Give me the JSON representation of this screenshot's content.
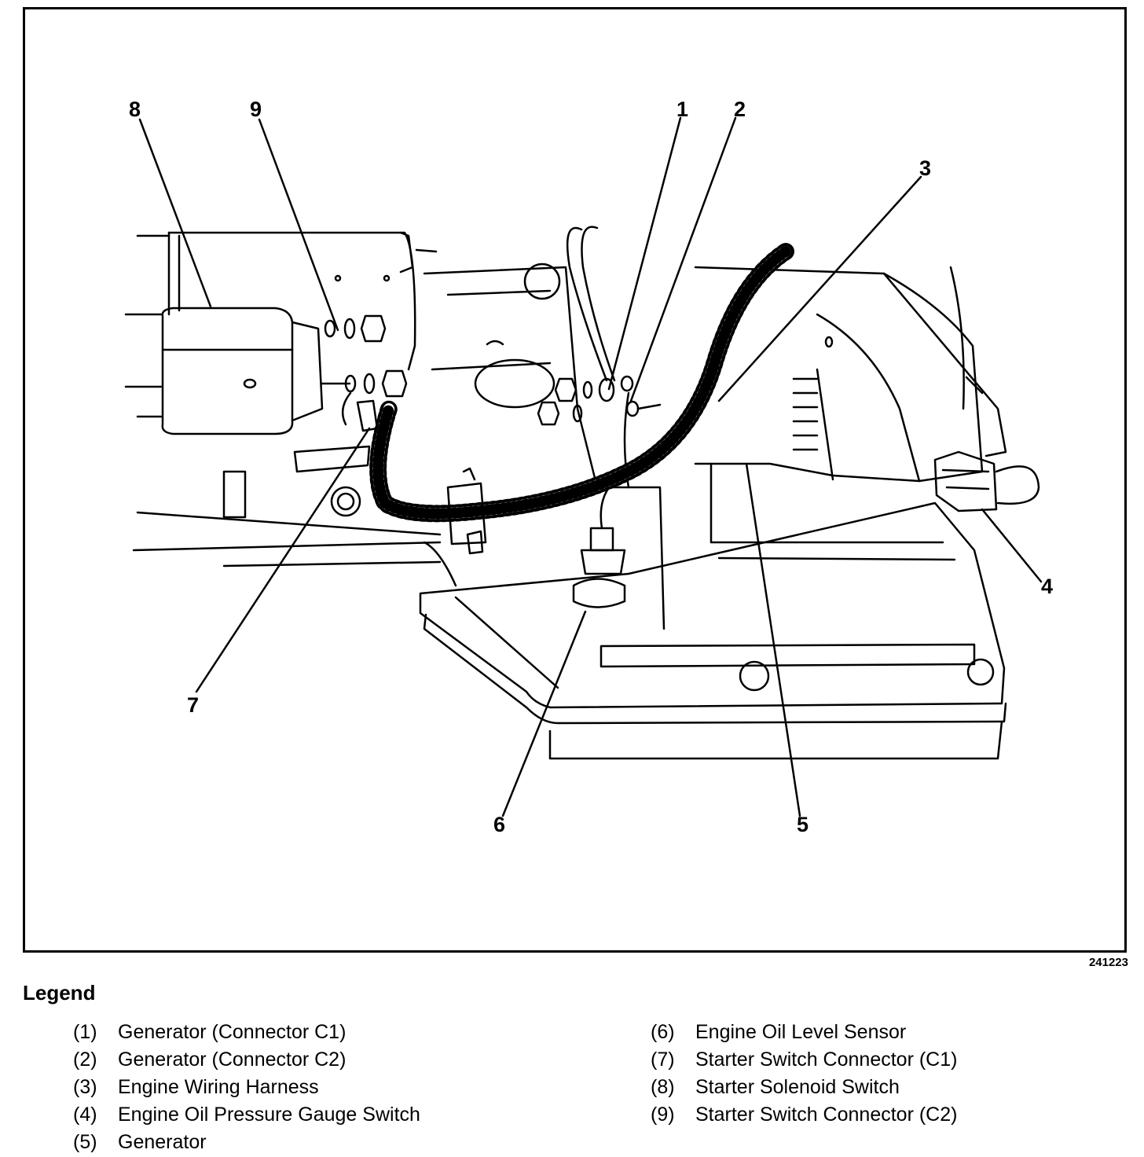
{
  "figure_id": "241223",
  "legend": {
    "title": "Legend",
    "left": [
      {
        "num": "(1)",
        "text": "Generator (Connector C1)"
      },
      {
        "num": "(2)",
        "text": "Generator (Connector C2)"
      },
      {
        "num": "(3)",
        "text": "Engine Wiring Harness"
      },
      {
        "num": "(4)",
        "text": "Engine Oil Pressure Gauge Switch"
      },
      {
        "num": "(5)",
        "text": "Generator"
      }
    ],
    "right": [
      {
        "num": "(6)",
        "text": "Engine Oil Level Sensor"
      },
      {
        "num": "(7)",
        "text": "Starter Switch Connector (C1)"
      },
      {
        "num": "(8)",
        "text": "Starter Solenoid Switch"
      },
      {
        "num": "(9)",
        "text": "Starter Switch Connector (C2)"
      }
    ]
  },
  "callouts": {
    "c1": "1",
    "c2": "2",
    "c3": "3",
    "c4": "4",
    "c5": "5",
    "c6": "6",
    "c7": "7",
    "c8": "8",
    "c9": "9"
  }
}
